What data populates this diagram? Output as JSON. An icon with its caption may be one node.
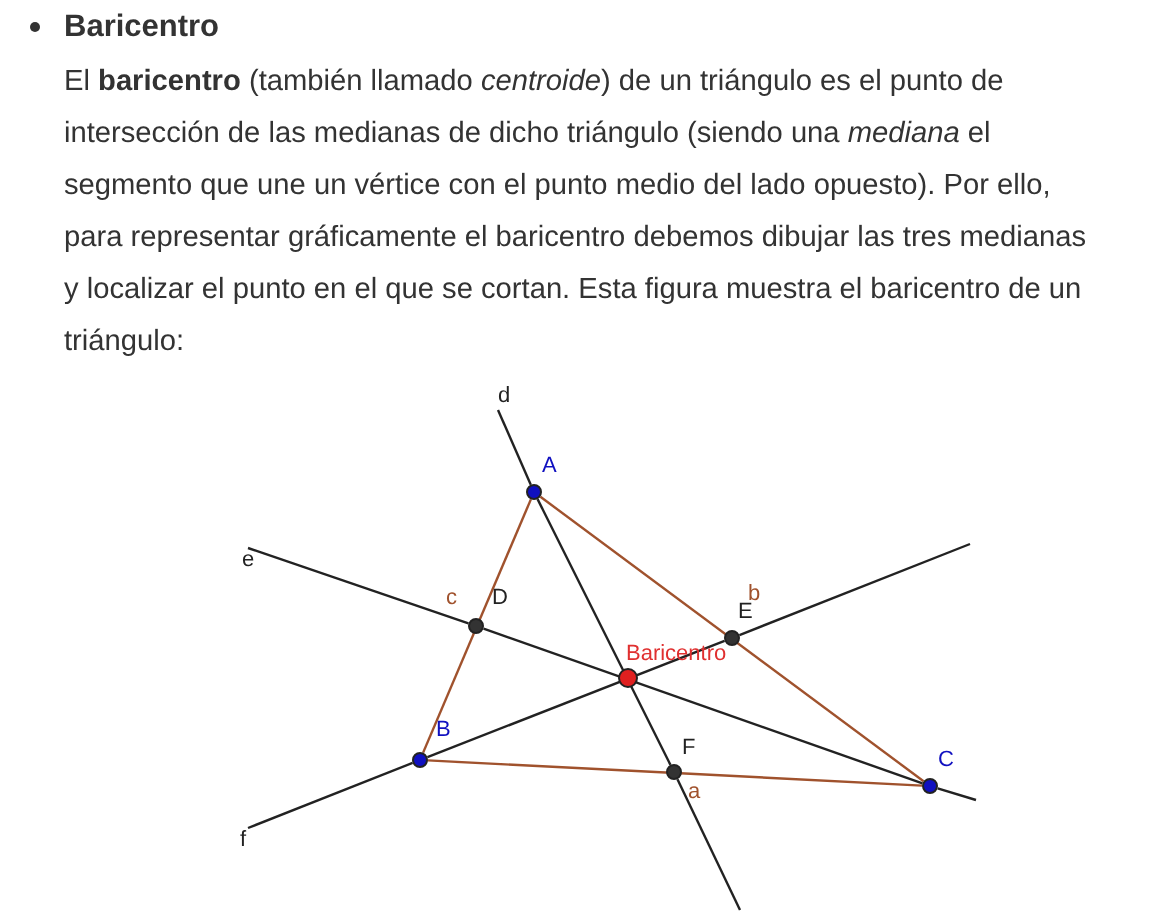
{
  "diagram": {
    "title": "Baricentro",
    "nodes": [
      {
        "text": [],
        "shape": "circle",
        "beside": [
          "A"
        ]
      },
      {
        "text": [],
        "shape": "circle",
        "beside": [
          "B"
        ]
      },
      {
        "text": [],
        "shape": "circle",
        "beside": [
          "C"
        ]
      },
      {
        "text": [],
        "shape": "circle",
        "beside": [
          "D"
        ]
      },
      {
        "text": [],
        "shape": "circle",
        "beside": [
          "E"
        ]
      },
      {
        "text": [],
        "shape": "circle",
        "beside": [
          "F"
        ]
      },
      {
        "text": [],
        "shape": "circle",
        "beside": [
          "Baricentro"
        ]
      },
      {
        "text": [
          "d"
        ]
      },
      {
        "text": [
          "e"
        ]
      },
      {
        "text": [
          "f"
        ]
      }
    ],
    "edges": [
      {
        "from": 0,
        "to": 1,
        "arrow": "none",
        "label": "c",
        "color": "#a0522d"
      },
      {
        "from": 1,
        "to": 2,
        "arrow": "none",
        "label": "a",
        "color": "#a0522d"
      },
      {
        "from": 2,
        "to": 0,
        "arrow": "none",
        "label": "b",
        "color": "#a0522d"
      },
      {
        "from": 7,
        "to": 0,
        "arrow": "none"
      },
      {
        "from": 0,
        "to": 5,
        "arrow": "none"
      },
      {
        "from": 5,
        "to": null,
        "arrow": "none"
      },
      {
        "from": 8,
        "to": 3,
        "arrow": "none"
      },
      {
        "from": 3,
        "to": 2,
        "arrow": "none"
      },
      {
        "from": 2,
        "to": null,
        "arrow": "none"
      },
      {
        "from": 9,
        "to": 1,
        "arrow": "none"
      },
      {
        "from": 1,
        "to": 4,
        "arrow": "none"
      },
      {
        "from": 4,
        "to": null,
        "arrow": "none"
      }
    ],
    "labels": [
      "El **baricentro** (también llamado *centroide*) de un triángulo es el punto de intersección de las medianas de dicho triángulo (siendo una *mediana* el segmento que une un vértice con el punto medio del lado opuesto). Por ello, para representar gráficamente el baricentro debemos dibujar las tres medianas y localizar el punto en el que se cortan. Esta figura muestra el baricentro de un triángulo:"
    ]
  }
}
